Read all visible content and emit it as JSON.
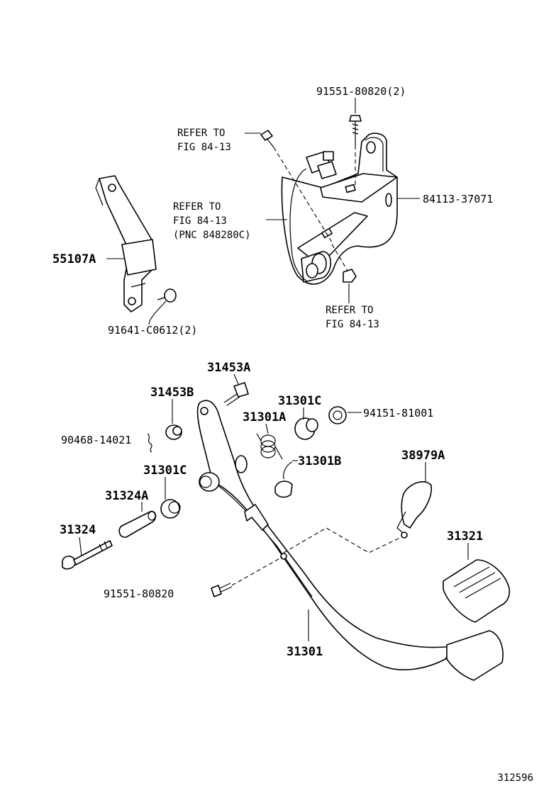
{
  "diagram": {
    "labels": {
      "p_91551_80820_2": "91551-80820(2)",
      "refer_top_1": "REFER TO",
      "refer_top_2": "FIG 84-13",
      "refer_mid_1": "REFER TO",
      "refer_mid_2": "FIG 84-13",
      "refer_mid_3": "(PNC 848280C)",
      "p_84113_37071": "84113-37071",
      "p_55107A": "55107A",
      "p_91641_C0612_2": "91641-C0612(2)",
      "refer_bot_1": "REFER TO",
      "refer_bot_2": "FIG 84-13",
      "p_31453A": "31453A",
      "p_31453B": "31453B",
      "p_31301C_top": "31301C",
      "p_94151_81001": "94151-81001",
      "p_31301A": "31301A",
      "p_90468_14021": "90468-14021",
      "p_31301B": "31301B",
      "p_38979A": "38979A",
      "p_31301C_left": "31301C",
      "p_31324A": "31324A",
      "p_31324": "31324",
      "p_31321": "31321",
      "p_91551_80820": "91551-80820",
      "p_31301": "31301"
    },
    "figure_code": "312596"
  }
}
